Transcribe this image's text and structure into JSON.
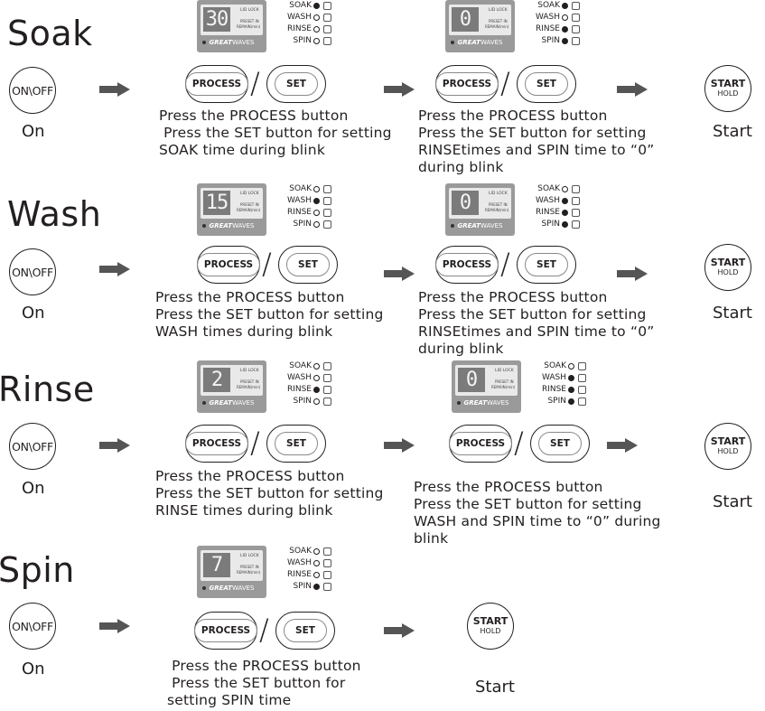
{
  "rows": [
    {
      "title": "Soak",
      "onoff_label": "ON\\OFF",
      "on_label": "On",
      "panel1": {
        "digits": "30",
        "modes": [
          {
            "name": "SOAK",
            "on": true
          },
          {
            "name": "WASH",
            "on": false
          },
          {
            "name": "RINSE",
            "on": false
          },
          {
            "name": "SPIN",
            "on": false
          }
        ]
      },
      "desc1": [
        "Press the PROCESS button",
        " Press the SET button for setting",
        "SOAK time during blink"
      ],
      "panel2": {
        "digits": "0",
        "modes": [
          {
            "name": "SOAK",
            "on": true
          },
          {
            "name": "WASH",
            "on": false
          },
          {
            "name": "RINSE",
            "on": true
          },
          {
            "name": "SPIN",
            "on": true
          }
        ]
      },
      "desc2": [
        "Press the PROCESS button",
        "Press the SET button for setting",
        "RINSEtimes and SPIN time to “0”",
        "during blink"
      ],
      "start_label": "Start"
    },
    {
      "title": "Wash",
      "onoff_label": "ON\\OFF",
      "on_label": "On",
      "panel1": {
        "digits": "15",
        "modes": [
          {
            "name": "SOAK",
            "on": false
          },
          {
            "name": "WASH",
            "on": true
          },
          {
            "name": "RINSE",
            "on": false
          },
          {
            "name": "SPIN",
            "on": false
          }
        ]
      },
      "desc1": [
        "Press the PROCESS button",
        "Press the SET button for setting",
        "WASH times during blink"
      ],
      "panel2": {
        "digits": "0",
        "modes": [
          {
            "name": "SOAK",
            "on": false
          },
          {
            "name": "WASH",
            "on": true
          },
          {
            "name": "RINSE",
            "on": true
          },
          {
            "name": "SPIN",
            "on": true
          }
        ]
      },
      "desc2": [
        "Press the PROCESS button",
        "Press the SET button for setting",
        "RINSEtimes and SPIN time to “0”",
        "during blink"
      ],
      "start_label": "Start"
    },
    {
      "title": "Rinse",
      "onoff_label": "ON\\OFF",
      "on_label": "On",
      "panel1": {
        "digits": "2",
        "modes": [
          {
            "name": "SOAK",
            "on": false
          },
          {
            "name": "WASH",
            "on": false
          },
          {
            "name": "RINSE",
            "on": true
          },
          {
            "name": "SPIN",
            "on": false
          }
        ]
      },
      "desc1": [
        "Press the PROCESS button",
        "Press the SET button for setting",
        "RINSE times during blink"
      ],
      "panel2": {
        "digits": "0",
        "modes": [
          {
            "name": "SOAK",
            "on": false
          },
          {
            "name": "WASH",
            "on": true
          },
          {
            "name": "RINSE",
            "on": true
          },
          {
            "name": "SPIN",
            "on": true
          }
        ]
      },
      "desc2": [
        "Press the PROCESS button",
        "Press the SET button for setting",
        "WASH and SPIN time to “0” during",
        "blink"
      ],
      "start_label": "Start"
    },
    {
      "title": "Spin",
      "onoff_label": "ON\\OFF",
      "on_label": "On",
      "panel1": {
        "digits": "7",
        "modes": [
          {
            "name": "SOAK",
            "on": false
          },
          {
            "name": "WASH",
            "on": false
          },
          {
            "name": "RINSE",
            "on": false
          },
          {
            "name": "SPIN",
            "on": true
          }
        ]
      },
      "desc1": [
        " Press the PROCESS button",
        " Press the SET button for",
        "setting SPIN time"
      ],
      "start_label": "Start"
    }
  ],
  "buttons": {
    "process": "PROCESS",
    "set": "SET",
    "start": "START",
    "hold": "HOLD",
    "slash": "/"
  },
  "panel_text": {
    "lid_lock": "LID LOCK",
    "preset": "PRESET IN",
    "remain": "REMAIN(min)",
    "brand_bold": "GREAT",
    "brand_light": "WAVES"
  },
  "colors": {
    "ink": "#231f20",
    "lcd": "#9a9a9a",
    "arrow": "#555555"
  }
}
